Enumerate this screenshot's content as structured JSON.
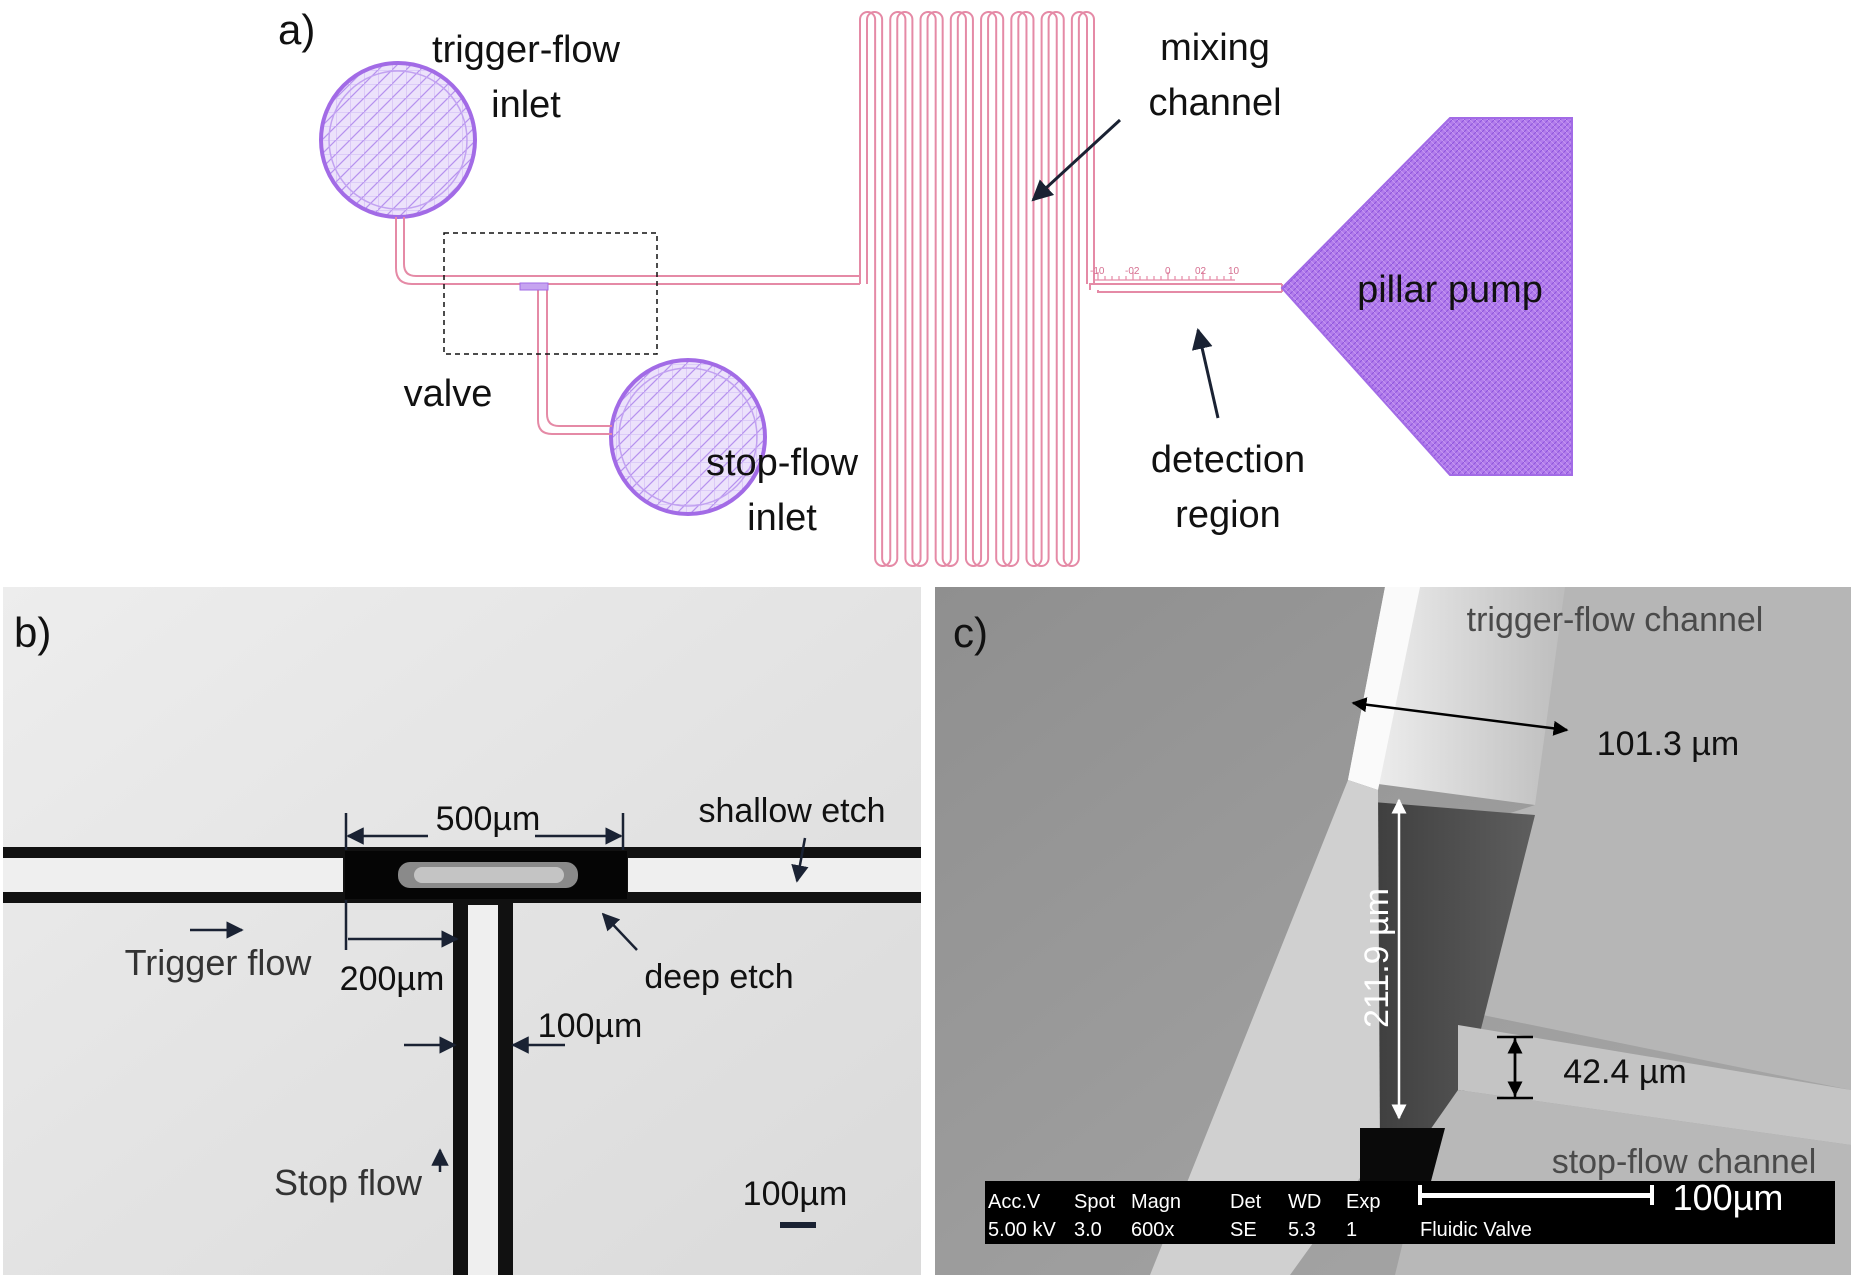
{
  "panel_a": {
    "tag": "a)",
    "labels": {
      "trigger_inlet_1": "trigger-flow",
      "trigger_inlet_2": "inlet",
      "mixing_1": "mixing",
      "mixing_2": "channel",
      "pillar_pump": "pillar pump",
      "valve": "valve",
      "stop_inlet_1": "stop-flow",
      "stop_inlet_2": "inlet",
      "detection_1": "detection",
      "detection_2": "region"
    },
    "ruler_ticks": [
      "-10",
      "-02",
      "0",
      "02",
      "10"
    ],
    "colors": {
      "channel": "#e58aa6",
      "inlet": "#a26be6",
      "pump": "#a26be6"
    }
  },
  "panel_b": {
    "tag": "b)",
    "labels": {
      "dim_500": "500µm",
      "shallow_etch": "shallow etch",
      "trigger_flow": "Trigger flow",
      "dim_200": "200µm",
      "deep_etch": "deep etch",
      "dim_100": "100µm",
      "stop_flow": "Stop flow",
      "scale": "100µm"
    }
  },
  "panel_c": {
    "tag": "c)",
    "labels": {
      "trigger_channel": "trigger-flow channel",
      "width": "101.3 µm",
      "depth": "211.9 µm",
      "shallow_depth": "42.4 µm",
      "stop_channel": "stop-flow channel",
      "scale": "100µm"
    },
    "sem_bar": {
      "head": [
        "Acc.V",
        "Spot",
        "Magn",
        "Det",
        "WD",
        "Exp"
      ],
      "vals": [
        "5.00 kV",
        "3.0",
        "600x",
        "SE",
        "5.3",
        "1"
      ],
      "name": "Fluidic Valve"
    }
  }
}
